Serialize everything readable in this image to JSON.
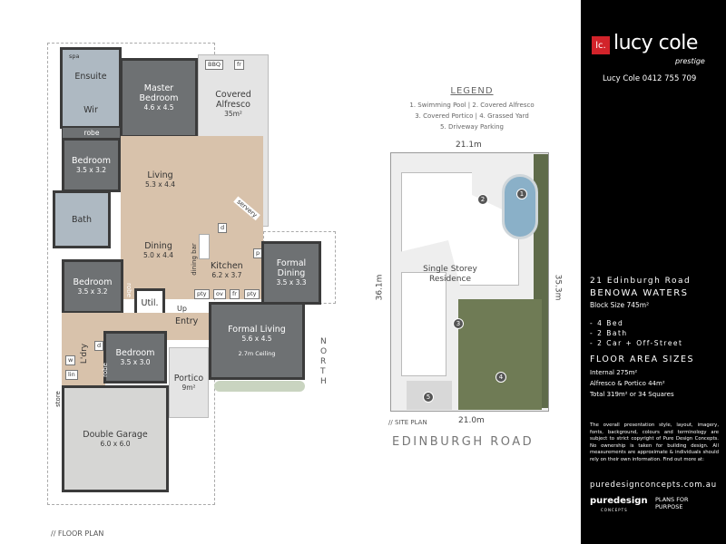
{
  "floor_plan": {
    "caption": "// FLOOR PLAN",
    "rooms": {
      "ensuite": {
        "name": "Ensuite"
      },
      "spa": {
        "name": "spa"
      },
      "wir": {
        "name": "Wir"
      },
      "robe_top": {
        "name": "robe"
      },
      "master": {
        "name": "Master Bedroom",
        "size": "4.6 x 4.5"
      },
      "alfresco": {
        "name": "Covered Alfresco",
        "size": "35m²"
      },
      "bbq": {
        "name": "BBQ"
      },
      "fr_alfresco": {
        "name": "fr"
      },
      "bedroom1": {
        "name": "Bedroom",
        "size": "3.5 x 3.2"
      },
      "living": {
        "name": "Living",
        "size": "5.3 x 4.4"
      },
      "servery": {
        "name": "servery"
      },
      "d_kitchen": {
        "name": "d"
      },
      "bath": {
        "name": "Bath"
      },
      "dining": {
        "name": "Dining",
        "size": "5.0 x 4.4"
      },
      "dining_bar": {
        "name": "dining bar"
      },
      "kitchen": {
        "name": "Kitchen",
        "size": "6.2 x 3.7"
      },
      "p": {
        "name": "p"
      },
      "formal_dining": {
        "name": "Formal Dining",
        "size": "3.5 x 3.3"
      },
      "bedroom2": {
        "name": "Bedroom",
        "size": "3.5 x 3.2"
      },
      "robe_mid": {
        "name": "robe"
      },
      "util": {
        "name": "Util."
      },
      "pty1": {
        "name": "pty"
      },
      "ov": {
        "name": "ov"
      },
      "fr_kitchen": {
        "name": "fr"
      },
      "pty2": {
        "name": "pty"
      },
      "up": {
        "name": "Up"
      },
      "entry": {
        "name": "Entry"
      },
      "formal_living": {
        "name": "Formal Living",
        "size": "5.6 x 4.5",
        "note": "2.7m Ceiling"
      },
      "ldry": {
        "name": "L'dry"
      },
      "d_ldry": {
        "name": "d"
      },
      "w": {
        "name": "w"
      },
      "lin": {
        "name": "lin"
      },
      "robe_low": {
        "name": "robe"
      },
      "bedroom3": {
        "name": "Bedroom",
        "size": "3.5 x 3.0"
      },
      "portico": {
        "name": "Portico",
        "size": "9m²"
      },
      "store": {
        "name": "store"
      },
      "garage": {
        "name": "Double Garage",
        "size": "6.0 x 6.0"
      }
    },
    "north": "NORTH"
  },
  "legend": {
    "title": "LEGEND",
    "line1": "1. Swimming Pool  |  2. Covered Alfresco",
    "line2": "3. Covered Portico  |  4. Grassed Yard",
    "line3": "5. Driveway Parking"
  },
  "site_plan": {
    "caption": "// SITE PLAN",
    "top_dim": "21.1m",
    "bottom_dim": "21.0m",
    "left_dim": "36.1m",
    "right_dim": "35.3m",
    "residence": "Single Storey Residence",
    "markers": [
      "1",
      "2",
      "3",
      "4",
      "5"
    ],
    "street": "EDINBURGH ROAD"
  },
  "panel": {
    "logo_badge": "lc.",
    "logo_text": "lucy cole",
    "logo_sub": "prestige",
    "agent": "Lucy Cole  0412 755 709",
    "address": "21 Edinburgh Road",
    "suburb": "BENOWA WATERS",
    "block": "Block Size  745m²",
    "features": [
      "- 4 Bed",
      "- 2 Bath",
      "- 2 Car + Off-Street"
    ],
    "area_title": "FLOOR AREA SIZES",
    "areas": [
      "Internal 275m²",
      "Alfresco & Portico 44m²",
      "Total 319m² or 34 Squares"
    ],
    "disclaimer": "The overall presentation style, layout, imagery, fonts, background, colours and terminology are subject to strict copyright of Pure Design Concepts. No ownership is taken for building design. All measurements are approximate & individuals should rely on their own information. Find out more at:",
    "website": "puredesignconcepts.com.au",
    "brand1": "puredesign",
    "brand1_sub": "CONCEPTS",
    "brand2": "PLANS FOR PURPOSE"
  },
  "colors": {
    "accent": "#d2232a",
    "wall": "#3b3b3b",
    "room_dark": "#6e7173",
    "wood": "#d8c2ab",
    "lawn": "#6f7b55"
  }
}
